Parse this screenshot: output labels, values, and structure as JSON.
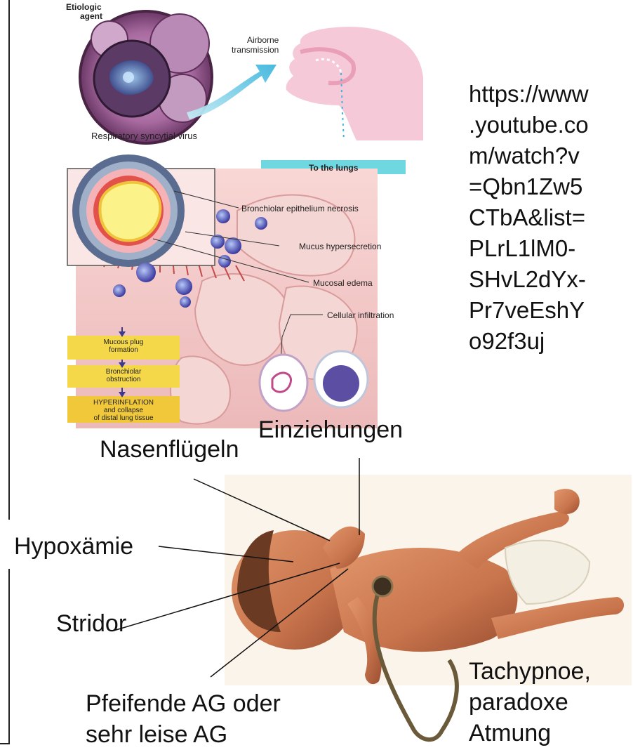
{
  "slide": {
    "url_lines": [
      "https://www",
      ".youtube.co",
      "m/watch?v",
      "=Qbn1Zw5",
      "CTbA&list=",
      "PLrL1lM0-",
      "SHvL2dYx-",
      "Pr7veEshY",
      "o92f3uj"
    ]
  },
  "diagram": {
    "etiologic_line1": "Etiologic",
    "etiologic_line2": "agent",
    "virus_caption": "Respiratory syncytial virus",
    "airborne_line1": "Airborne",
    "airborne_line2": "transmission",
    "to_lungs": "To the lungs",
    "labels": {
      "necrosis": "Bronchiolar epithelium necrosis",
      "hypersecretion": "Mucus hypersecretion",
      "edema": "Mucosal edema",
      "infiltration": "Cellular infiltration"
    },
    "flow": {
      "step1_line1": "Mucous plug",
      "step1_line2": "formation",
      "step2_line1": "Bronchiolar",
      "step2_line2": "obstruction",
      "step3_line1": "HYPERINFLATION",
      "step3_line2": "and collapse",
      "step3_line3": "of distal lung tissue"
    }
  },
  "infant_labels": {
    "einziehungen": "Einziehungen",
    "nasenfluegeln": "Nasenflügeln",
    "hypoxaemie": "Hypoxämie",
    "stridor": "Stridor",
    "pfeifende_line1": "Pfeifende AG oder",
    "pfeifende_line2": "sehr leise AG",
    "tachypnoe_line1": "Tachypnoe,",
    "tachypnoe_line2": "paradoxe",
    "tachypnoe_line3": "Atmung"
  },
  "colors": {
    "skin": "#c8744c",
    "cyan_banner": "#6fd7e0",
    "flow_box": "#f5d84a",
    "mucosa_pink": "#f3cdd4"
  }
}
